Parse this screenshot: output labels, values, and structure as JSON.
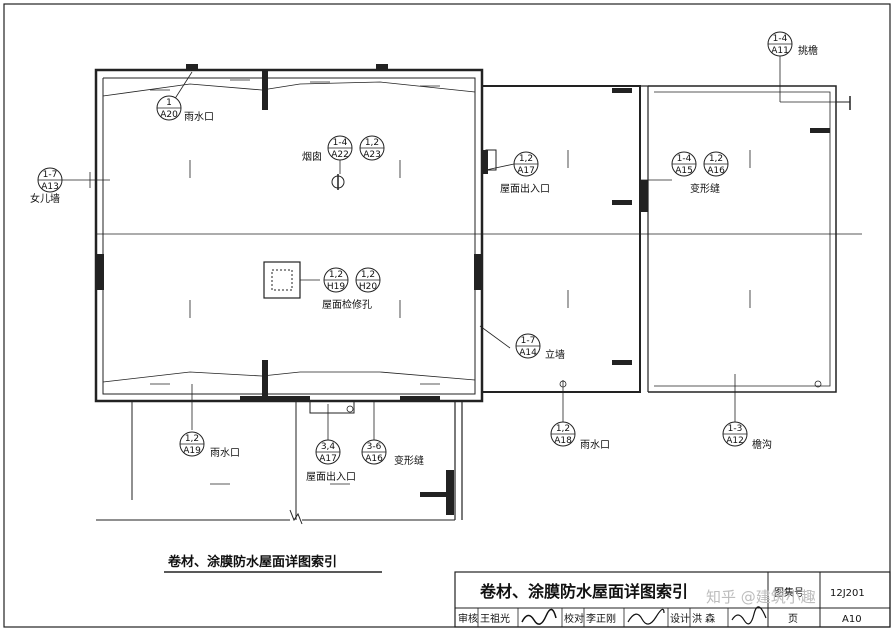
{
  "drawing_title": "卷材、涂膜防水屋面详图索引",
  "title_block": {
    "title": "卷材、涂膜防水屋面详图索引",
    "atlas_label": "图集号",
    "atlas_no": "12J201",
    "page_label": "页",
    "page_no": "A10",
    "roles": [
      "审核",
      "校对",
      "设计"
    ],
    "names": [
      "王祖光",
      "李正刚",
      "洪 森"
    ],
    "signatures": [
      "王祖光",
      "李正刚",
      "洪森"
    ]
  },
  "watermark": "知乎 @建筑小趣",
  "symbols": [
    {
      "id": "s1",
      "top": "1",
      "bottom": "A20"
    },
    {
      "id": "s2",
      "top": "1-4",
      "bottom": "A22"
    },
    {
      "id": "s3",
      "top": "1,2",
      "bottom": "A23"
    },
    {
      "id": "s4",
      "top": "1-7",
      "bottom": "A13"
    },
    {
      "id": "s5",
      "top": "1,2",
      "bottom": "A17"
    },
    {
      "id": "s6",
      "top": "1-4",
      "bottom": "A15"
    },
    {
      "id": "s7",
      "top": "1,2",
      "bottom": "A16"
    },
    {
      "id": "s8",
      "top": "1-4",
      "bottom": "A11"
    },
    {
      "id": "s9",
      "top": "1,2",
      "bottom": "H19"
    },
    {
      "id": "s10",
      "top": "1,2",
      "bottom": "H20"
    },
    {
      "id": "s11",
      "top": "1-7",
      "bottom": "A14"
    },
    {
      "id": "s12",
      "top": "1,2",
      "bottom": "A19"
    },
    {
      "id": "s13",
      "top": "3,4",
      "bottom": "A17"
    },
    {
      "id": "s14",
      "top": "3-6",
      "bottom": "A16"
    },
    {
      "id": "s15",
      "top": "1,2",
      "bottom": "A18"
    },
    {
      "id": "s16",
      "top": "1-3",
      "bottom": "A12"
    }
  ],
  "labels": {
    "rain_outlet_1": "雨水口",
    "chimney": "烟囱",
    "parapet": "女儿墙",
    "roof_exit_1": "屋面出入口",
    "expansion_joint_1": "变形缝",
    "overhang": "挑檐",
    "roof_hatch": "屋面检修孔",
    "upstand_wall": "立墙",
    "rain_outlet_2": "雨水口",
    "roof_exit_2": "屋面出入口",
    "expansion_joint_2": "变形缝",
    "rain_outlet_3": "雨水口",
    "eaves_gutter": "檐沟"
  }
}
